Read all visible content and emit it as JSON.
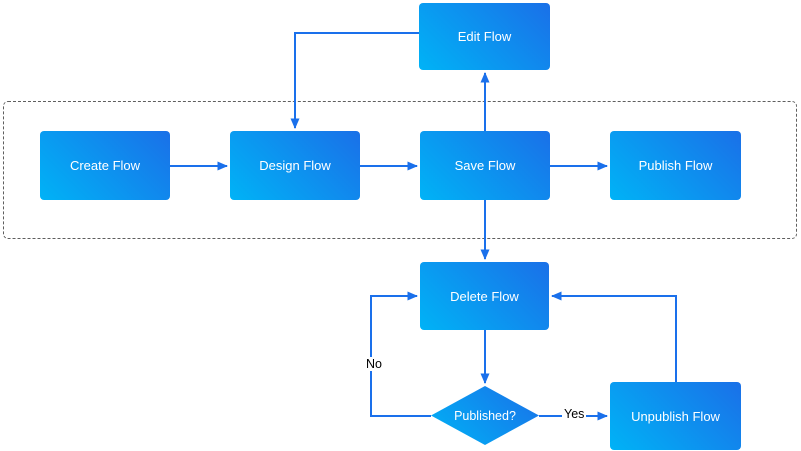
{
  "diagram": {
    "nodes": {
      "edit": {
        "label": "Edit Flow"
      },
      "create": {
        "label": "Create Flow"
      },
      "design": {
        "label": "Design Flow"
      },
      "save": {
        "label": "Save Flow"
      },
      "publish": {
        "label": "Publish Flow"
      },
      "delete": {
        "label": "Delete Flow"
      },
      "published": {
        "label": "Published?"
      },
      "unpublish": {
        "label": "Unpublish Flow"
      }
    },
    "edge_labels": {
      "yes": "Yes",
      "no": "No"
    },
    "edges": [
      {
        "from": "create",
        "to": "design",
        "label": ""
      },
      {
        "from": "design",
        "to": "save",
        "label": ""
      },
      {
        "from": "save",
        "to": "publish",
        "label": ""
      },
      {
        "from": "save",
        "to": "edit",
        "label": ""
      },
      {
        "from": "edit",
        "to": "design",
        "label": ""
      },
      {
        "from": "save",
        "to": "delete",
        "label": ""
      },
      {
        "from": "delete",
        "to": "published",
        "label": ""
      },
      {
        "from": "published",
        "to": "delete",
        "label": "No"
      },
      {
        "from": "published",
        "to": "unpublish",
        "label": "Yes"
      },
      {
        "from": "unpublish",
        "to": "delete",
        "label": ""
      }
    ],
    "colors": {
      "node_gradient_start": "#00b3f6",
      "node_gradient_end": "#1a70e8",
      "connector": "#1a70eb",
      "container_border": "#5f5f5f",
      "node_text": "#ffffff",
      "edge_label_text": "#000000",
      "background": "#ffffff"
    }
  }
}
